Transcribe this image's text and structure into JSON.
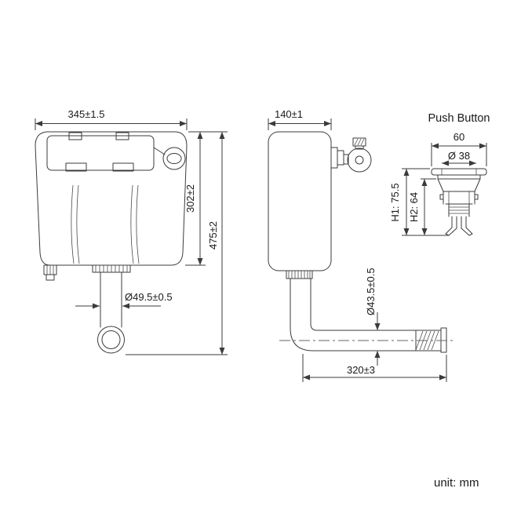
{
  "colors": {
    "background": "#ffffff",
    "line": "#3b3b3b",
    "text": "#1a1a1a"
  },
  "front_view": {
    "width_dim": "345±1.5",
    "body_height_dim": "302±2",
    "total_height_dim": "475±2",
    "outlet_diameter_dim": "Ø49.5±0.5"
  },
  "side_view": {
    "depth_dim": "140±1",
    "pipe_diameter_dim": "Ø43.5±0.5",
    "pipe_length_dim": "320±3"
  },
  "push_button": {
    "title": "Push Button",
    "width_dim": "60",
    "diameter_dim": "Ø 38",
    "h1_dim": "H1: 75.5",
    "h2_dim": "H2: 64"
  },
  "footer": {
    "unit_label": "unit: mm"
  }
}
